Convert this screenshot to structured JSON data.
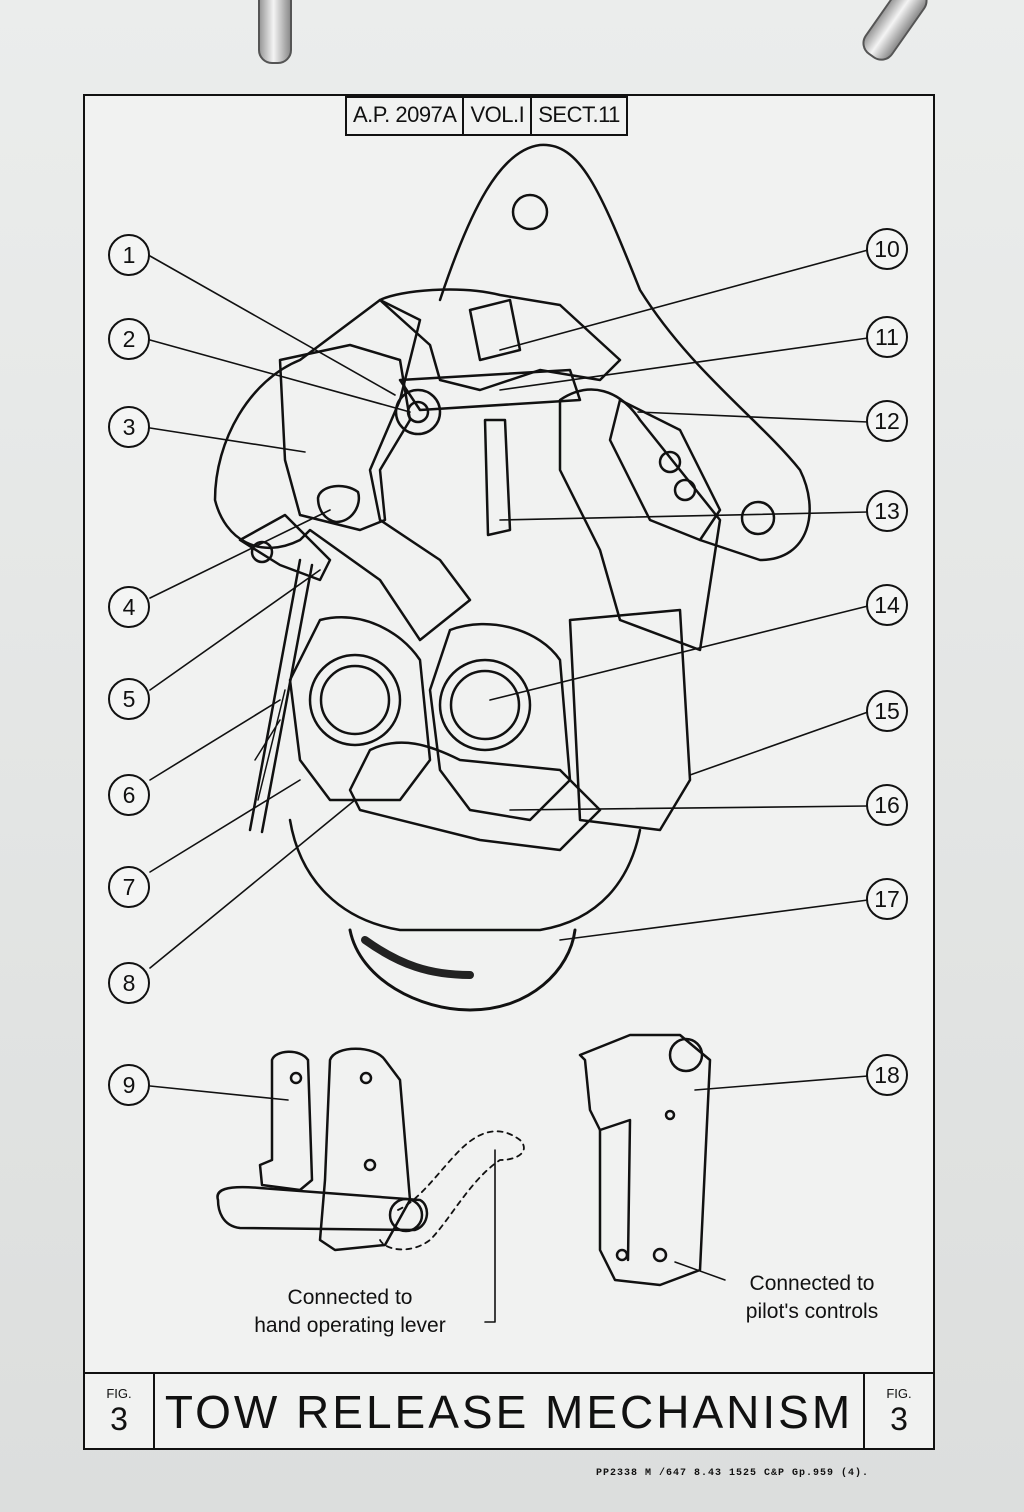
{
  "header": {
    "publication": "A.P. 2097A",
    "volume": "VOL.I",
    "section": "SECT.11"
  },
  "callouts": [
    "1",
    "2",
    "3",
    "4",
    "5",
    "6",
    "7",
    "8",
    "9",
    "10",
    "11",
    "12",
    "13",
    "14",
    "15",
    "16",
    "17",
    "18"
  ],
  "captions": {
    "hand_lever": "Connected to\nhand operating lever",
    "pilot_controls": "Connected to\npilot's controls"
  },
  "footer": {
    "fig_label_left": "FIG.",
    "fig_number_left": "3",
    "title": "TOW RELEASE MECHANISM",
    "fig_label_right": "FIG.",
    "fig_number_right": "3",
    "print_code": "PP2338 M  /647 8.43 1525 C&P Gp.959 (4)."
  },
  "colors": {
    "ink": "#111111",
    "paper": "#f1f2f1"
  }
}
